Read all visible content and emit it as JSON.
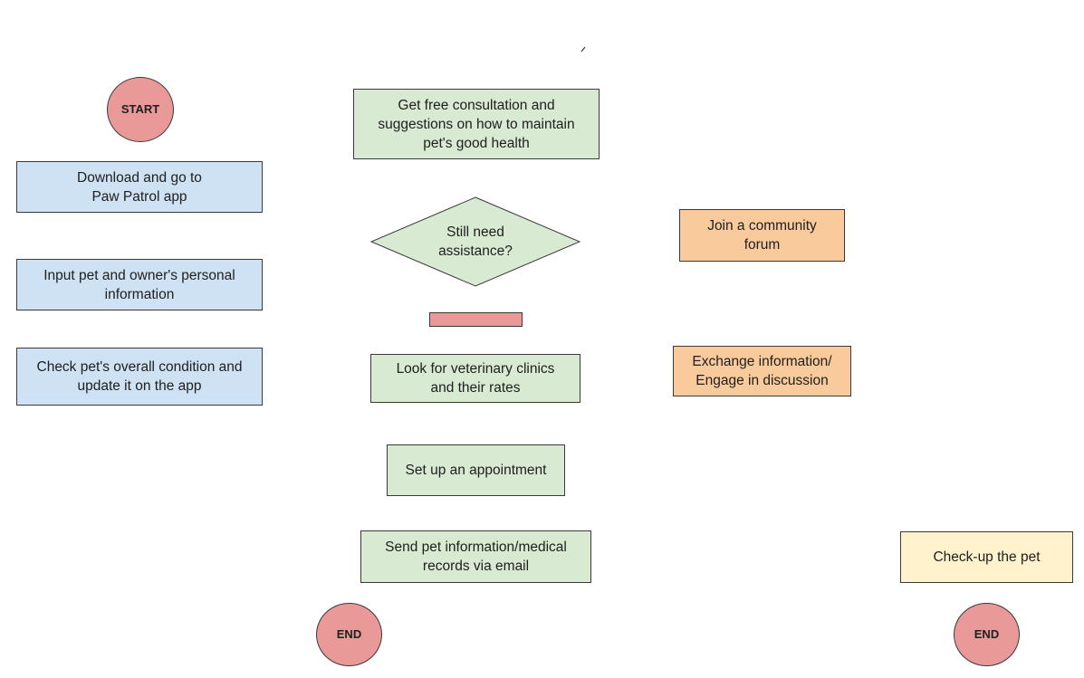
{
  "colors": {
    "terminal": "#ea9999",
    "setup": "#cfe2f3",
    "consult": "#d9ead3",
    "community": "#f9cb9c",
    "checkup": "#fff2cc",
    "stroke": "#3a3a3a"
  },
  "diagram": {
    "start": "START",
    "left": {
      "download": "Download and go to Paw Patrol app",
      "input": "Input pet and owner's personal information",
      "check": "Check pet's overall condition and update it on the app"
    },
    "middle": {
      "consult": "Get free consultation and suggestions on how to maintain pet's good health",
      "decision": "Still need assistance?",
      "blank": "",
      "clinics": "Look for veterinary clinics and their rates",
      "appointment": "Set up an appointment",
      "send": "Send pet information/medical records via email",
      "end": "END"
    },
    "right": {
      "forum": "Join a community forum",
      "exchange": "Exchange information/ Engage in discussion"
    },
    "far_right": {
      "checkup": "Check-up the pet",
      "end": "END"
    }
  }
}
